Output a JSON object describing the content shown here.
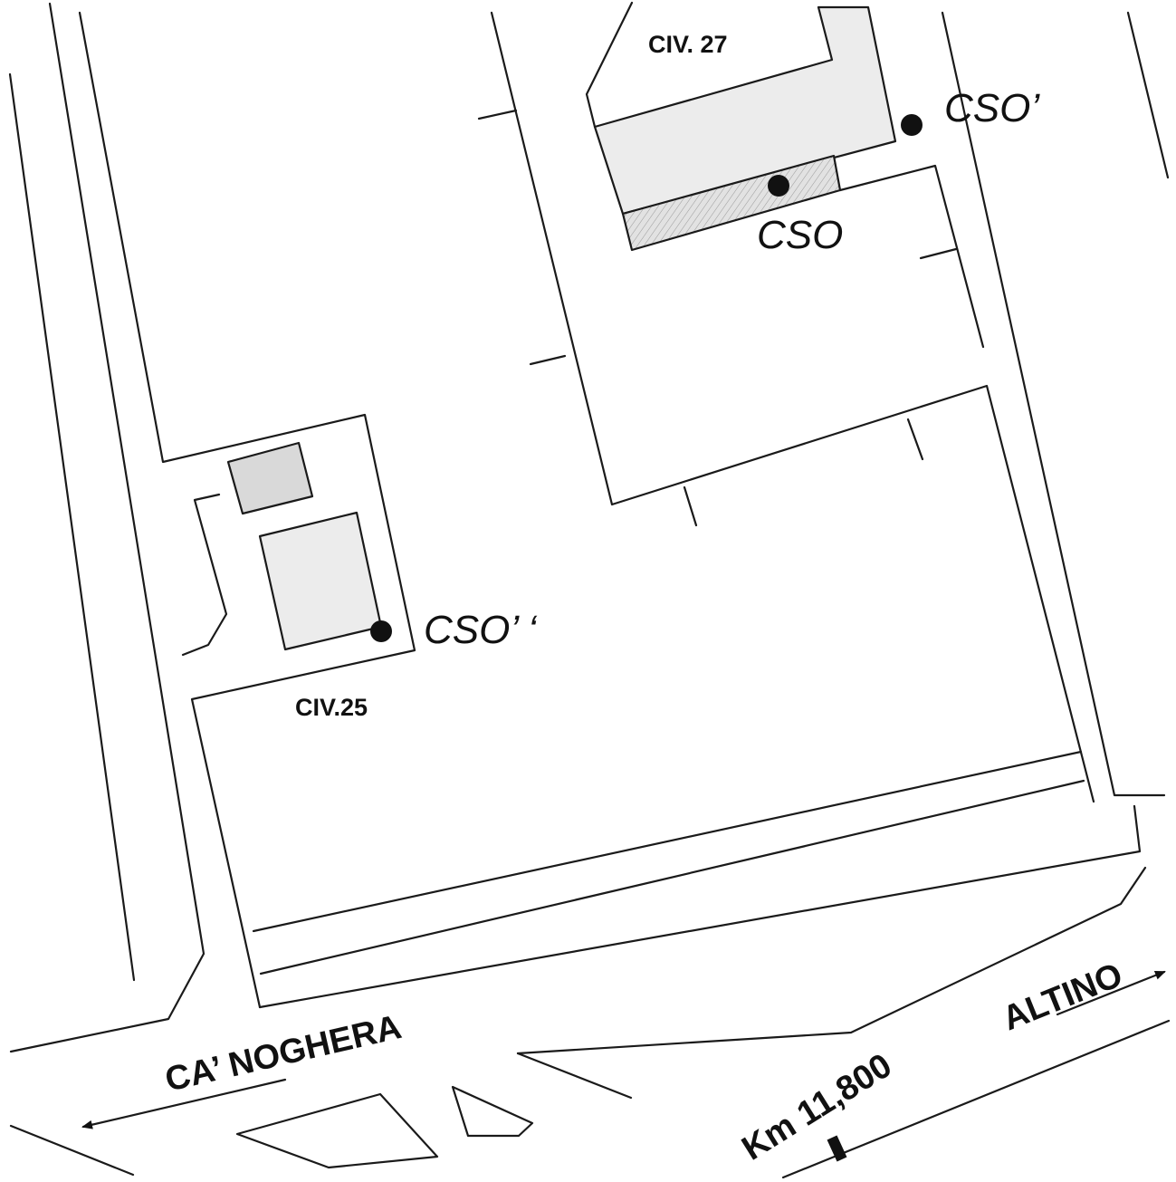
{
  "map": {
    "colors": {
      "line": "#1a1a1a",
      "building_fill": "#ececec",
      "annex_fill": "#d9d9d9",
      "hatch_fill": "#e2e2e2",
      "marker": "#111111"
    },
    "labels": {
      "civ27": "CIV. 27",
      "civ25": "CIV.25",
      "cso": "CSO",
      "cso_prime": "CSO’",
      "cso_double_prime": "CSO’ ‘",
      "road_west": "CA’ NOGHERA",
      "road_east": "ALTINO",
      "kilometer": "Km 11,800"
    },
    "icons": {
      "sampling_point": "filled-circle",
      "direction": "arrow-icon",
      "km_marker": "milestone-bar"
    }
  }
}
